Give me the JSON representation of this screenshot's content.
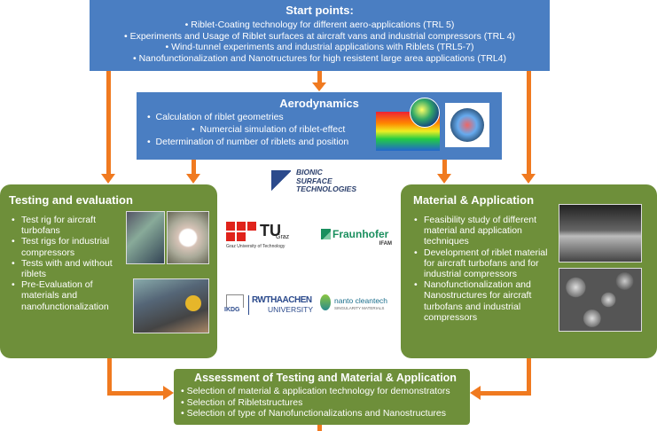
{
  "start": {
    "title": "Start points:",
    "items": [
      "•  Riblet-Coating technology for different aero-applications (TRL 5)",
      "•  Experiments and Usage of Riblet surfaces at aircraft vans and industrial compressors (TRL 4)",
      "•  Wind-tunnel experiments and industrial applications with Riblets (TRL5-7)",
      "•  Nanofunctionalization and Nanotructures for high resistent large area applications (TRL4)"
    ]
  },
  "aero": {
    "title": "Aerodynamics",
    "items": [
      "Calculation of riblet geometries",
      "Numercial simulation of riblet-effect",
      "Determination of number of riblets and position"
    ]
  },
  "testing": {
    "title": "Testing and evaluation",
    "items": [
      "Test rig for aircraft turbofans",
      "Test rigs for industrial compressors",
      "Tests with and without riblets",
      "Pre-Evaluation of materials and nanofunctionalization"
    ]
  },
  "material": {
    "title": "Material & Application",
    "items": [
      "Feasibility study of different material and application techniques",
      "Development of riblet material for aircraft turbofans and for industrial compressors",
      "Nanofunctionalization and Nanostructures for aircraft turbofans and industrial compressors"
    ]
  },
  "assessment": {
    "title": "Assessment of Testing and Material & Application",
    "items": [
      "•  Selection of material & application technology for demonstrators",
      "•  Selection of Ribletstructures",
      "•  Selection of type of Nanofunctionalizations and Nanostructures"
    ]
  },
  "logos": {
    "bionic": [
      "BIONIC",
      "SURFACE",
      "TECHNOLOGIES"
    ],
    "tugraz": "TU",
    "tugraz_sub": "Graz",
    "tugraz_caption": "Graz University of Technology",
    "fraunhofer": "Fraunhofer",
    "fraunhofer_sub": "IFAM",
    "ikdg": "IKDG",
    "rwth": [
      "RWTHAACHEN",
      "UNIVERSITY"
    ],
    "nanto": "nanto cleantech",
    "nanto_sub": "SINGULARITY MATERIALS"
  },
  "colors": {
    "blue": "#4a7ec2",
    "green": "#6e8f3a",
    "arrow": "#f07a20"
  }
}
